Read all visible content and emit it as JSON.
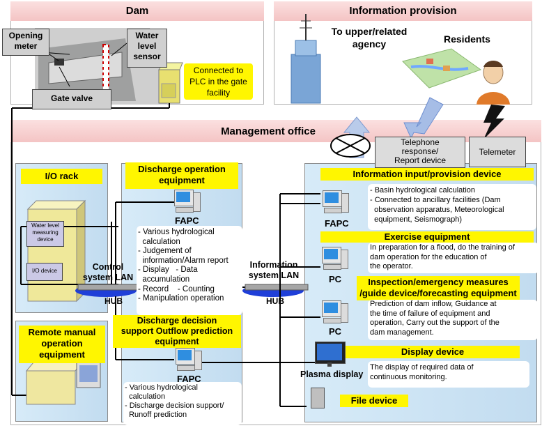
{
  "dam": {
    "title": "Dam",
    "opening_meter": "Opening\nmeter",
    "water_level_sensor": "Water\nlevel\nsensor",
    "gate_valve": "Gate valve",
    "plc_note": "Connected to\nPLC in the gate\nfacility"
  },
  "info_provision": {
    "title": "Information provision",
    "upper_agency": "To upper/related\nagency",
    "residents": "Residents",
    "telephone": "Telephone\nresponse/\nReport device",
    "telemeter": "Telemeter"
  },
  "office": {
    "title": "Management office"
  },
  "io_rack": {
    "title": "I/O rack",
    "wl_device": "Water level\nmeasuring\ndevice",
    "io_device": "I/O device"
  },
  "remote_manual": {
    "title": "Remote manual\noperation\nequipment"
  },
  "discharge_op": {
    "title": "Discharge operation\nequipment",
    "fapc": "FAPC",
    "details": "- Various hydrological\n  calculation\n- Judgement of\n  information/Alarm report\n- Display   - Data\n  accumulation\n- Record    - Counting\n- Manipulation operation"
  },
  "control_lan": {
    "label": "Control\nsystem  LAN",
    "hub": "HUB"
  },
  "info_lan": {
    "label": "Information\nsystem  LAN",
    "hub": "HUB"
  },
  "discharge_decision": {
    "title": "Discharge decision\nsupport Outflow prediction\nequipment",
    "fapc": "FAPC",
    "details": "- Various hydrological\n  calculation\n- Discharge decision support/\n  Runoff prediction"
  },
  "right_panel": {
    "info_input_title": "Information input/provision device",
    "info_input_pc": "FAPC",
    "info_input_details": "- Basin hydrological calculation\n- Connected to ancillary facilities (Dam\n  observation apparatus, Meteorological\n  equipment, Seismograph)",
    "exercise_title": "Exercise equipment",
    "exercise_pc": "PC",
    "exercise_details": "In preparation for a flood, do the training of\ndam operation for the education of\nthe operator.",
    "inspection_title": "Inspection/emergency measures\n/guide device/forecasting equipment",
    "inspection_pc": "PC",
    "inspection_details": "Prediction of dam inflow, Guidance at\nthe time of failure of equipment and\noperation, Carry out the support of the\ndam management.",
    "display_title": "Display device",
    "display_label": "Plasma display",
    "display_details": "The display of required data of\ncontinuous monitoring.",
    "file_title": "File device"
  }
}
